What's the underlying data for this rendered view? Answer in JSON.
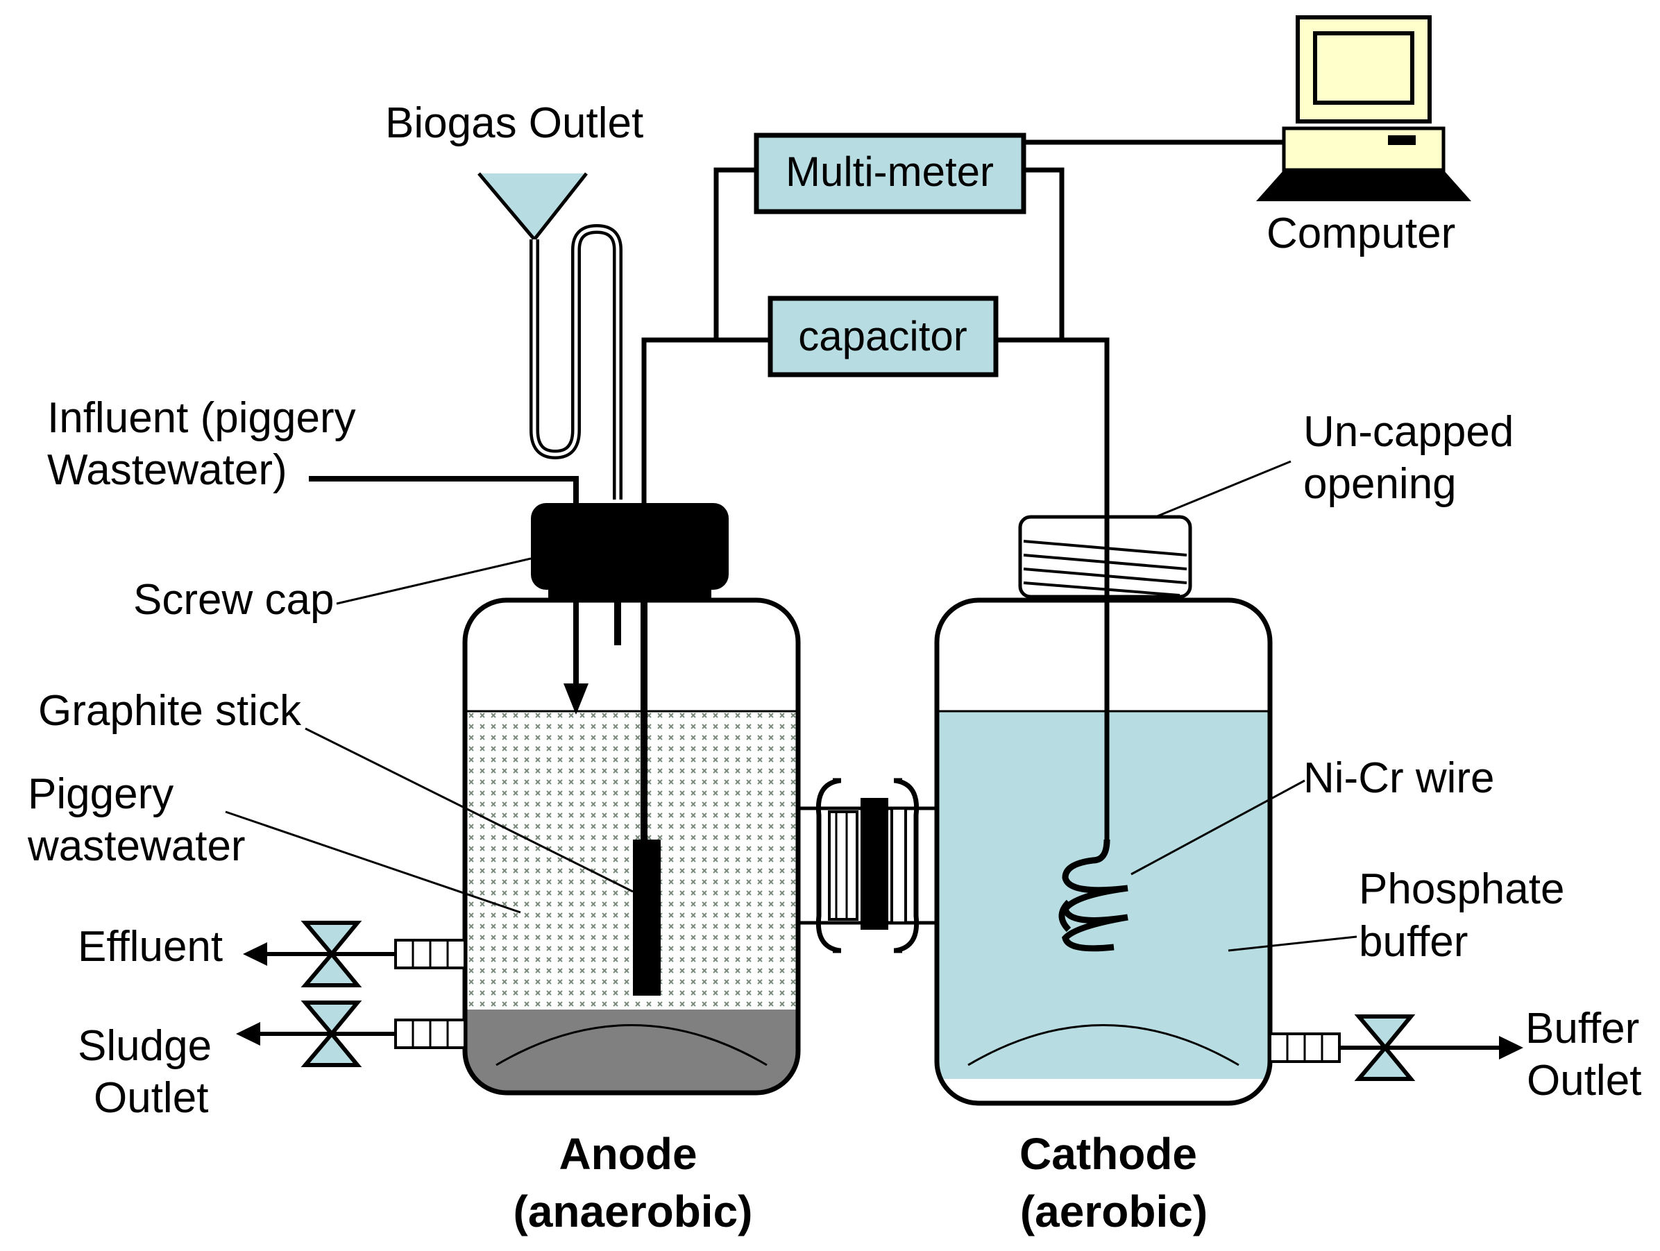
{
  "labels": {
    "biogas_outlet": "Biogas Outlet",
    "multimeter": "Multi-meter",
    "computer": "Computer",
    "capacitor": "capacitor",
    "influent_line1": "Influent (piggery",
    "influent_line2": "Wastewater)",
    "uncapped_line1": "Un-capped",
    "uncapped_line2": "opening",
    "screw_cap": "Screw cap",
    "graphite_stick": "Graphite stick",
    "piggery_line1": "Piggery",
    "piggery_line2": "wastewater",
    "nicr_wire": "Ni-Cr wire",
    "phosphate_line1": "Phosphate",
    "phosphate_line2": "buffer",
    "effluent": "Effluent",
    "sludge_line1": "Sludge",
    "sludge_line2": "Outlet",
    "buffer_line1": "Buffer",
    "buffer_line2": "Outlet",
    "anode_line1": "Anode",
    "anode_line2": "(anaerobic)",
    "cathode_line1": "Cathode",
    "cathode_line2": "(aerobic)"
  },
  "colors": {
    "box_fill": "#b7dde2",
    "buffer_fill": "#b7dde2",
    "sludge_fill": "#808080",
    "computer_fill": "#ffffcc",
    "outline": "#000000"
  }
}
